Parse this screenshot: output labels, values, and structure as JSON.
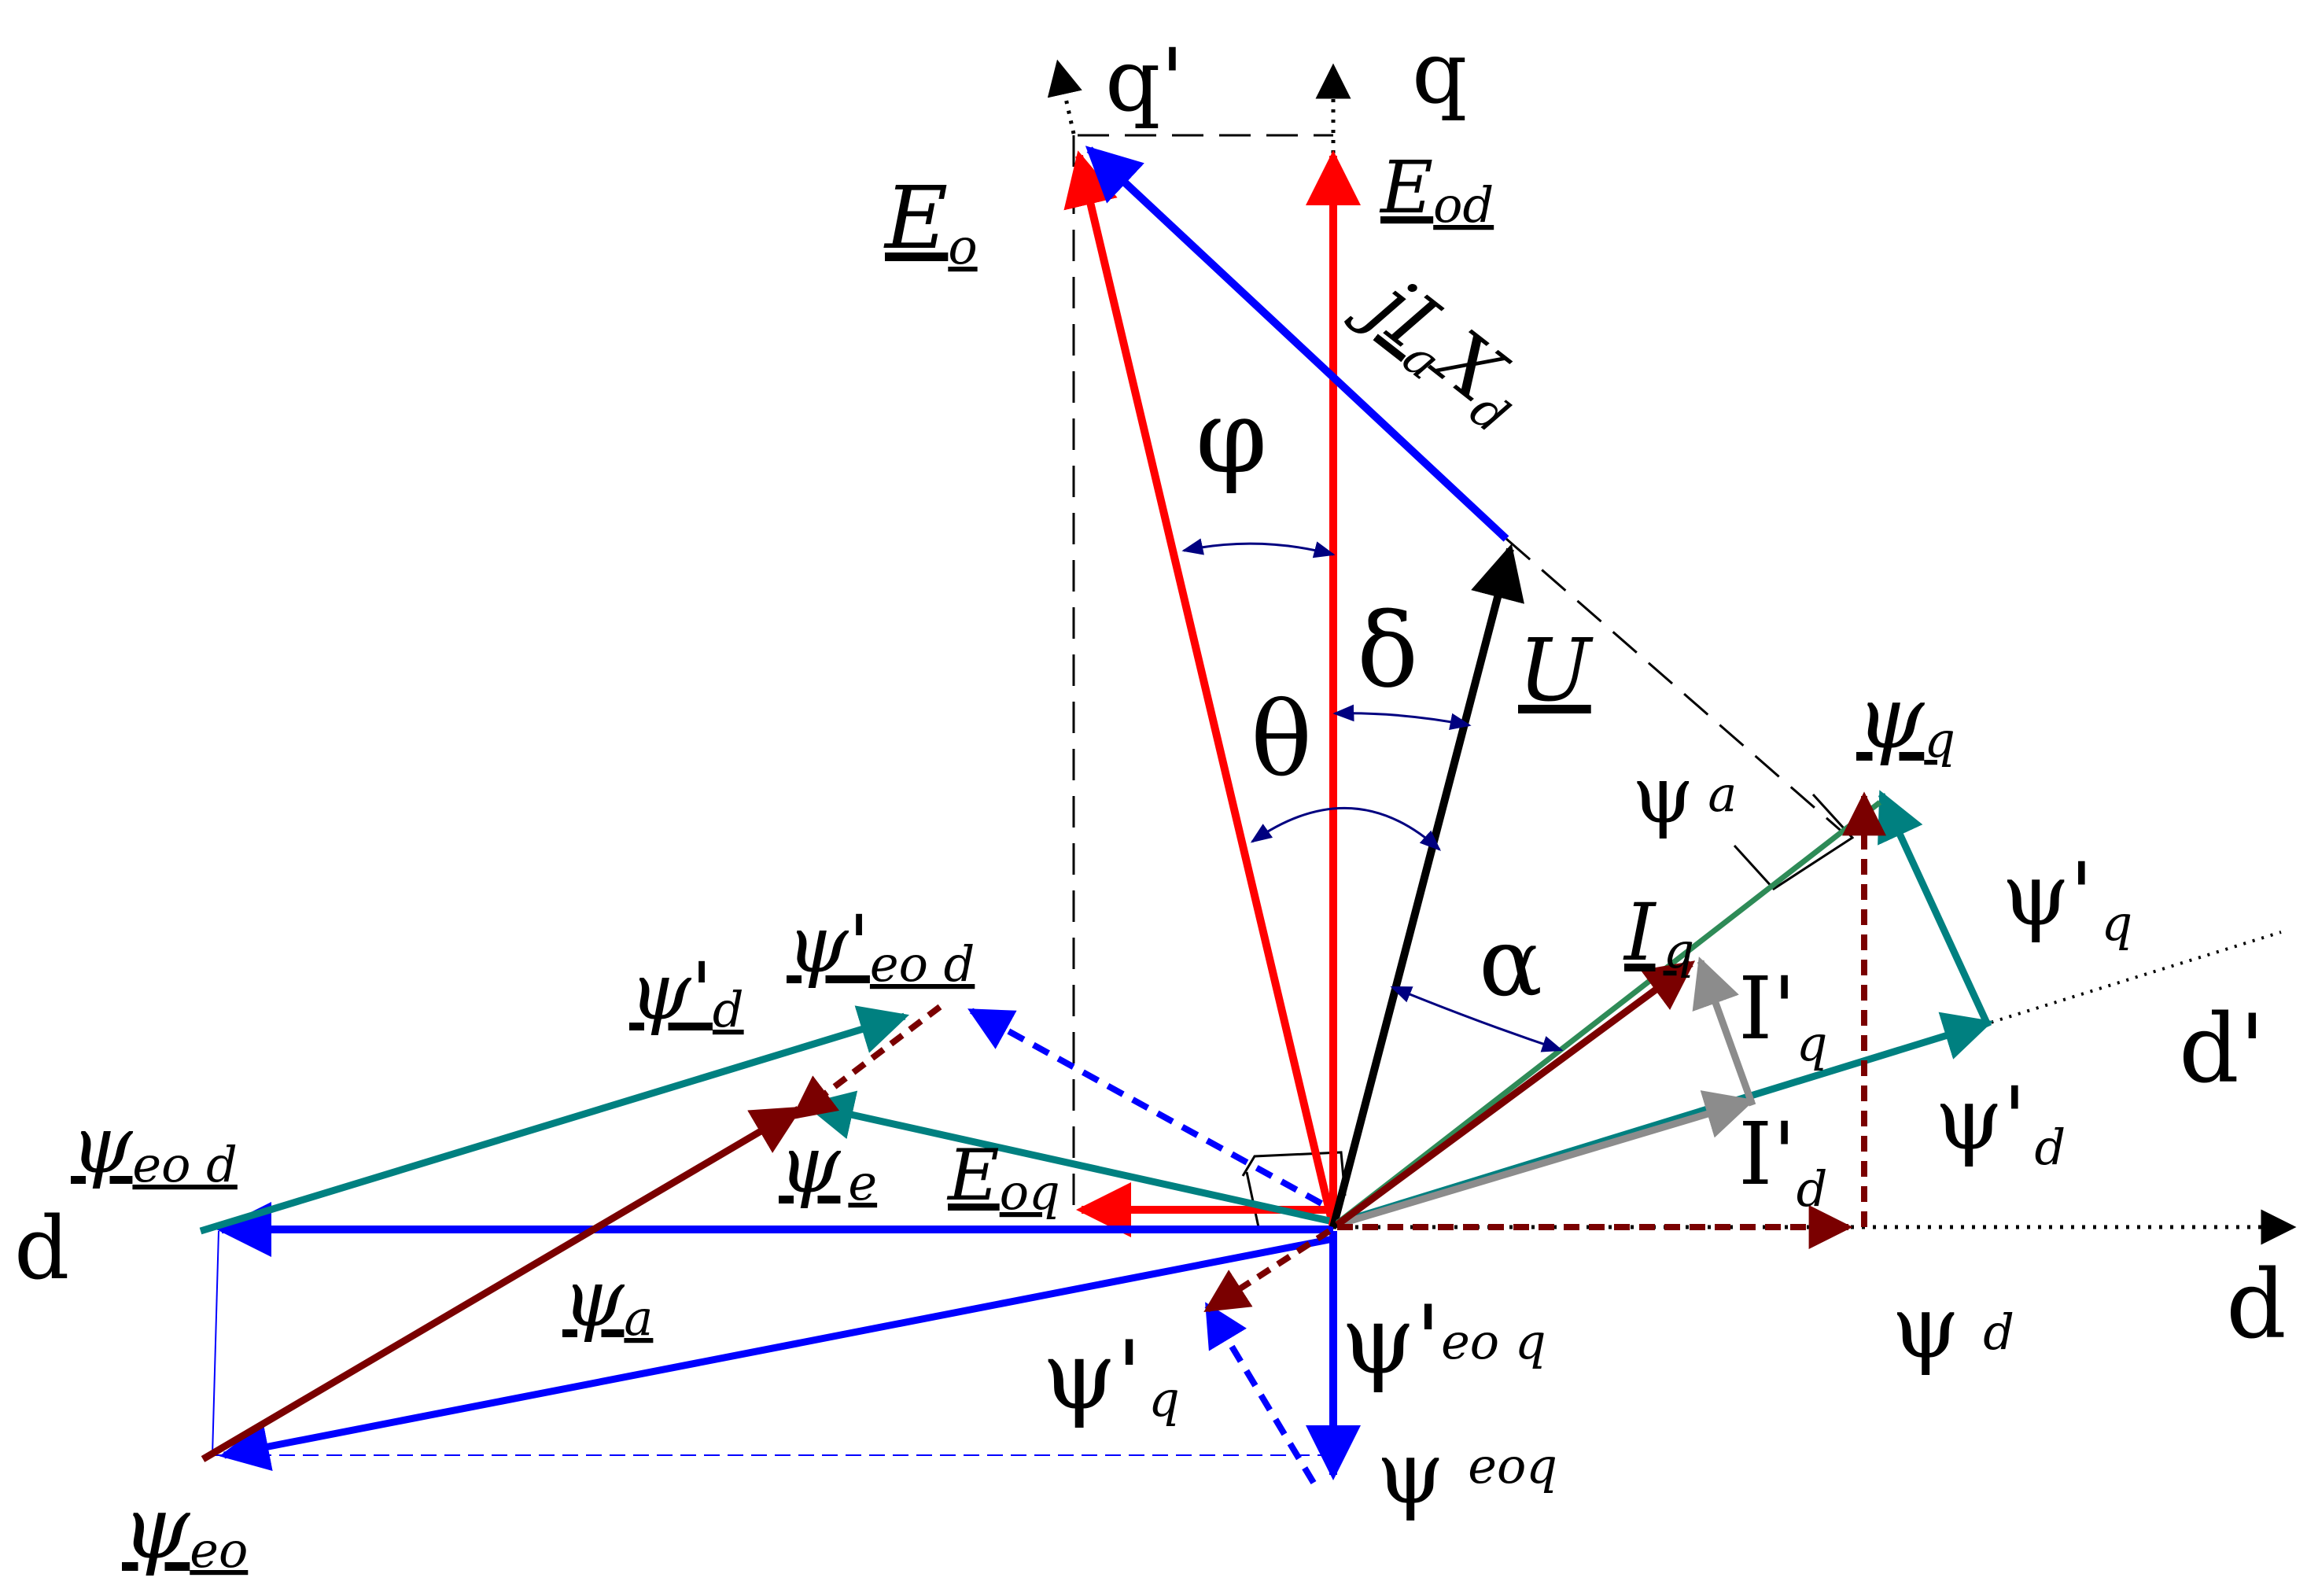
{
  "axes": {
    "q_prime": "q'",
    "q": "q",
    "d_left": "d",
    "d_right": "d",
    "d_prime": "d'"
  },
  "labels": {
    "E_o": {
      "main": "E",
      "sub": "o"
    },
    "E_od": {
      "main": "E",
      "sub": "od"
    },
    "E_oq": {
      "main": "E",
      "sub": "oq"
    },
    "jIqXd": {
      "main": "jI",
      "sub1": "a",
      "main2": "X",
      "sub2": "d"
    },
    "phi": "φ",
    "delta": "δ",
    "theta": "θ",
    "alpha": "α",
    "U": "U",
    "psi_a_top": {
      "main": "ψ",
      "sub": "a"
    },
    "psi_q_under": {
      "main": "ψ",
      "sub": "q"
    },
    "psi_prime_q_right": {
      "main": "ψ'",
      "sub": "q"
    },
    "I_q": {
      "main": "I",
      "sub": "q"
    },
    "I_prime_q": {
      "main": "I'",
      "sub": "q"
    },
    "I_prime_d": {
      "main": "I'",
      "sub": "d"
    },
    "psi_prime_d_right": {
      "main": "ψ'",
      "sub": "d"
    },
    "psi_d": {
      "main": "ψ",
      "sub": "d"
    },
    "psi_prime_d_left": {
      "main": "ψ'",
      "sub": "d"
    },
    "psi_prime_eod": {
      "main": "ψ'",
      "sub": "eo d"
    },
    "psi_eod": {
      "main": "ψ",
      "sub": "eo d"
    },
    "psi_e": {
      "main": "ψ",
      "sub": "e"
    },
    "psi_a": {
      "main": "ψ",
      "sub": "a"
    },
    "psi_prime_eoq": {
      "main": "ψ'",
      "sub": "eo q"
    },
    "psi_prime_q_low": {
      "main": "ψ'",
      "sub": "q"
    },
    "psi_eoq": {
      "main": "ψ",
      "sub": "eoq"
    },
    "psi_eo": {
      "main": "ψ",
      "sub": "eo"
    }
  },
  "colors": {
    "red": "#ff0000",
    "blue": "#0000ff",
    "black": "#000000",
    "teal": "#008080",
    "maroon": "#7a0000",
    "gray": "#8c8c8c",
    "green": "#2e8b57",
    "navy": "#000080"
  }
}
